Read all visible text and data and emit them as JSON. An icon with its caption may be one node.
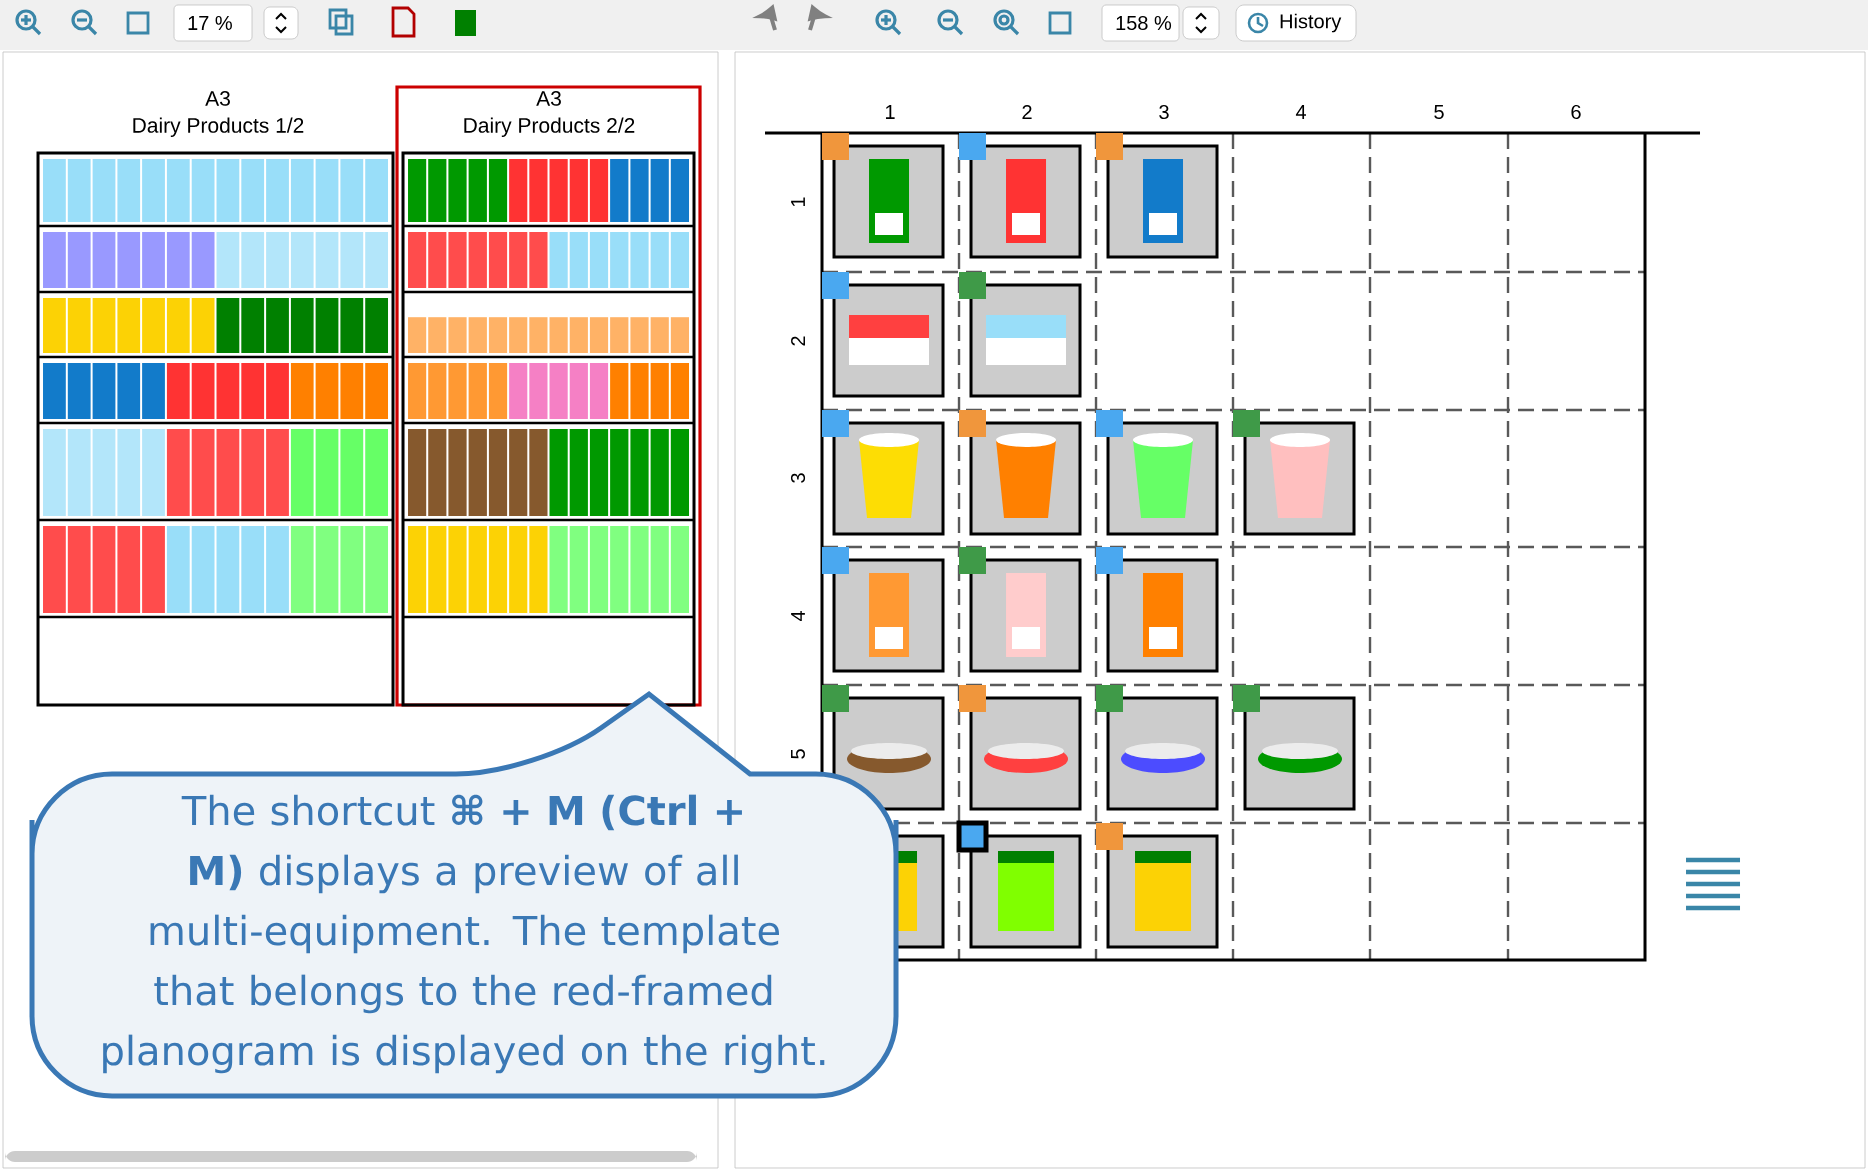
{
  "diagram": {
    "nodes": [
      {
        "text": [
          "A3",
          "Dairy Products 1/2"
        ]
      },
      {
        "text": [
          "A3",
          "Dairy Products 2/2"
        ]
      },
      {
        "text": [
          "The shortcut **⌘ + M (Ctrl + M)** displays a preview of all multi-equipment. The template that belongs to the red-framed planogram is displayed on the right."
        ]
      }
    ],
    "labels": [
      "17 %",
      "158 %",
      "History",
      "1",
      "2",
      "3",
      "4",
      "5",
      "6",
      "1",
      "2",
      "3",
      "4",
      "5"
    ]
  }
}
